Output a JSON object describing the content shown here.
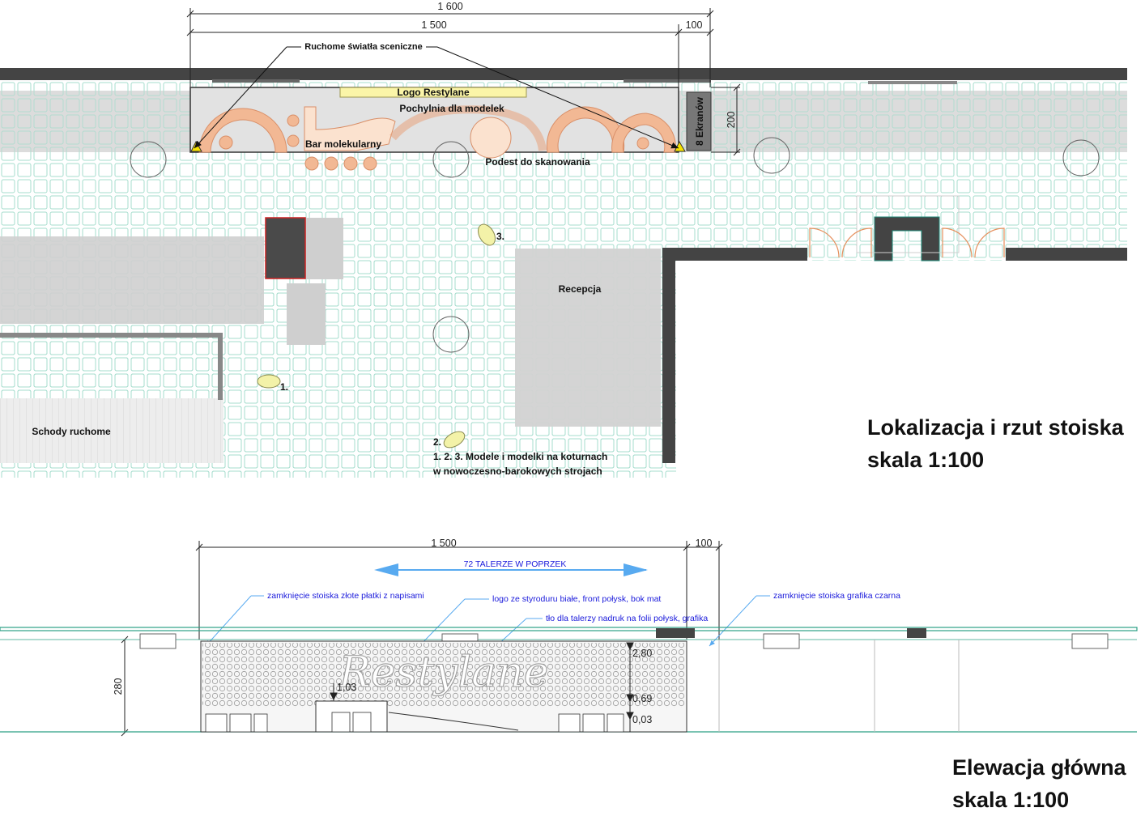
{
  "plan": {
    "dims": {
      "total": "1 600",
      "main": "1 500",
      "side": "100",
      "depth": "200"
    },
    "labels": {
      "lights": "Ruchome światła sceniczne",
      "logo": "Logo Restylane",
      "ramp": "Pochylnia dla modelek",
      "screens": "8 Ekranów",
      "bar": "Bar molekularny",
      "scan": "Podest do skanowania",
      "reception": "Recepcja",
      "escalator": "Schody ruchome",
      "m1": "1.",
      "m2": "2.",
      "m3": "3.",
      "models_line1": "1. 2. 3. Modele i modelki na koturnach",
      "models_line2": "w nowoczesno-barokowych strojach"
    },
    "title_line1": "Lokalizacja i rzut stoiska",
    "title_line2": "skala 1:100"
  },
  "elevation": {
    "dims": {
      "main": "1 500",
      "side": "100",
      "height": "280",
      "h280": "2,80",
      "h069": "0,69",
      "h003": "0,03",
      "h103": "1,03"
    },
    "notes": {
      "plates": "72 TALERZE W POPRZEK",
      "gold": "zamknięcie stoiska złote płatki z napisami",
      "logo": "logo ze styroduru białe, front połysk, bok mat",
      "bg": "tło dla talerzy nadruk na folii połysk, grafika",
      "black": "zamknięcie stoiska grafika czarna"
    },
    "brand": "Restylane",
    "title_line1": "Elewacja główna",
    "title_line2": "skala 1:100"
  },
  "colors": {
    "wall": "#444444",
    "grid": "#9fd9c9",
    "salmon": "#f2b894",
    "salmon_stroke": "#d98f68",
    "logo_bar": "#fbf5a8",
    "model": "#f3f2a8",
    "gray_block": "#d4d4d4",
    "note_blue": "#1a1adb",
    "arrow_blue": "#58aaf0",
    "elev_line": "#2b9f85"
  }
}
